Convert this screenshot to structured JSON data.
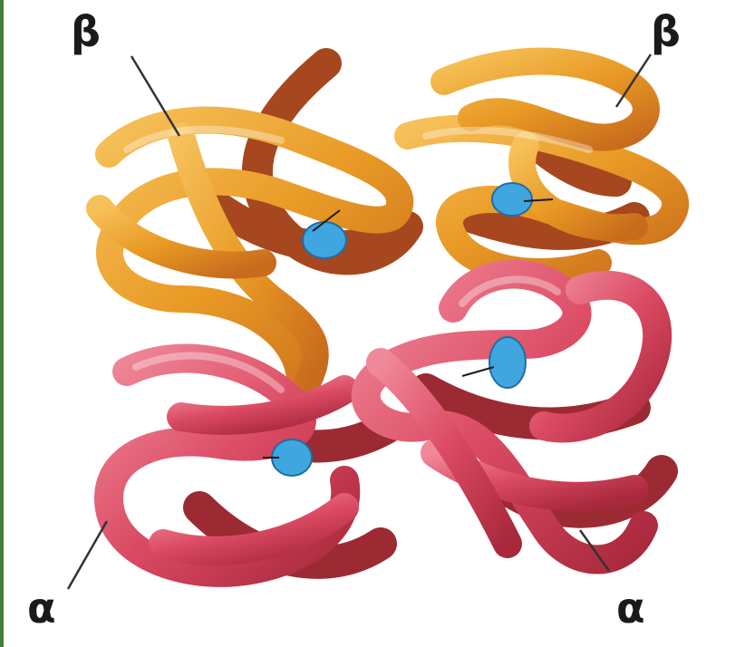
{
  "figure": {
    "colors": {
      "beta_chain": "#e9a02a",
      "beta_dark": "#a7471f",
      "alpha_chain": "#d94a62",
      "alpha_dark": "#9c2a33",
      "heme_group": "#3fa6e0"
    },
    "labels": {
      "beta_top_left": "β",
      "beta_top_right": "β",
      "alpha_bottom_left": "α",
      "alpha_bottom_right": "α"
    }
  }
}
